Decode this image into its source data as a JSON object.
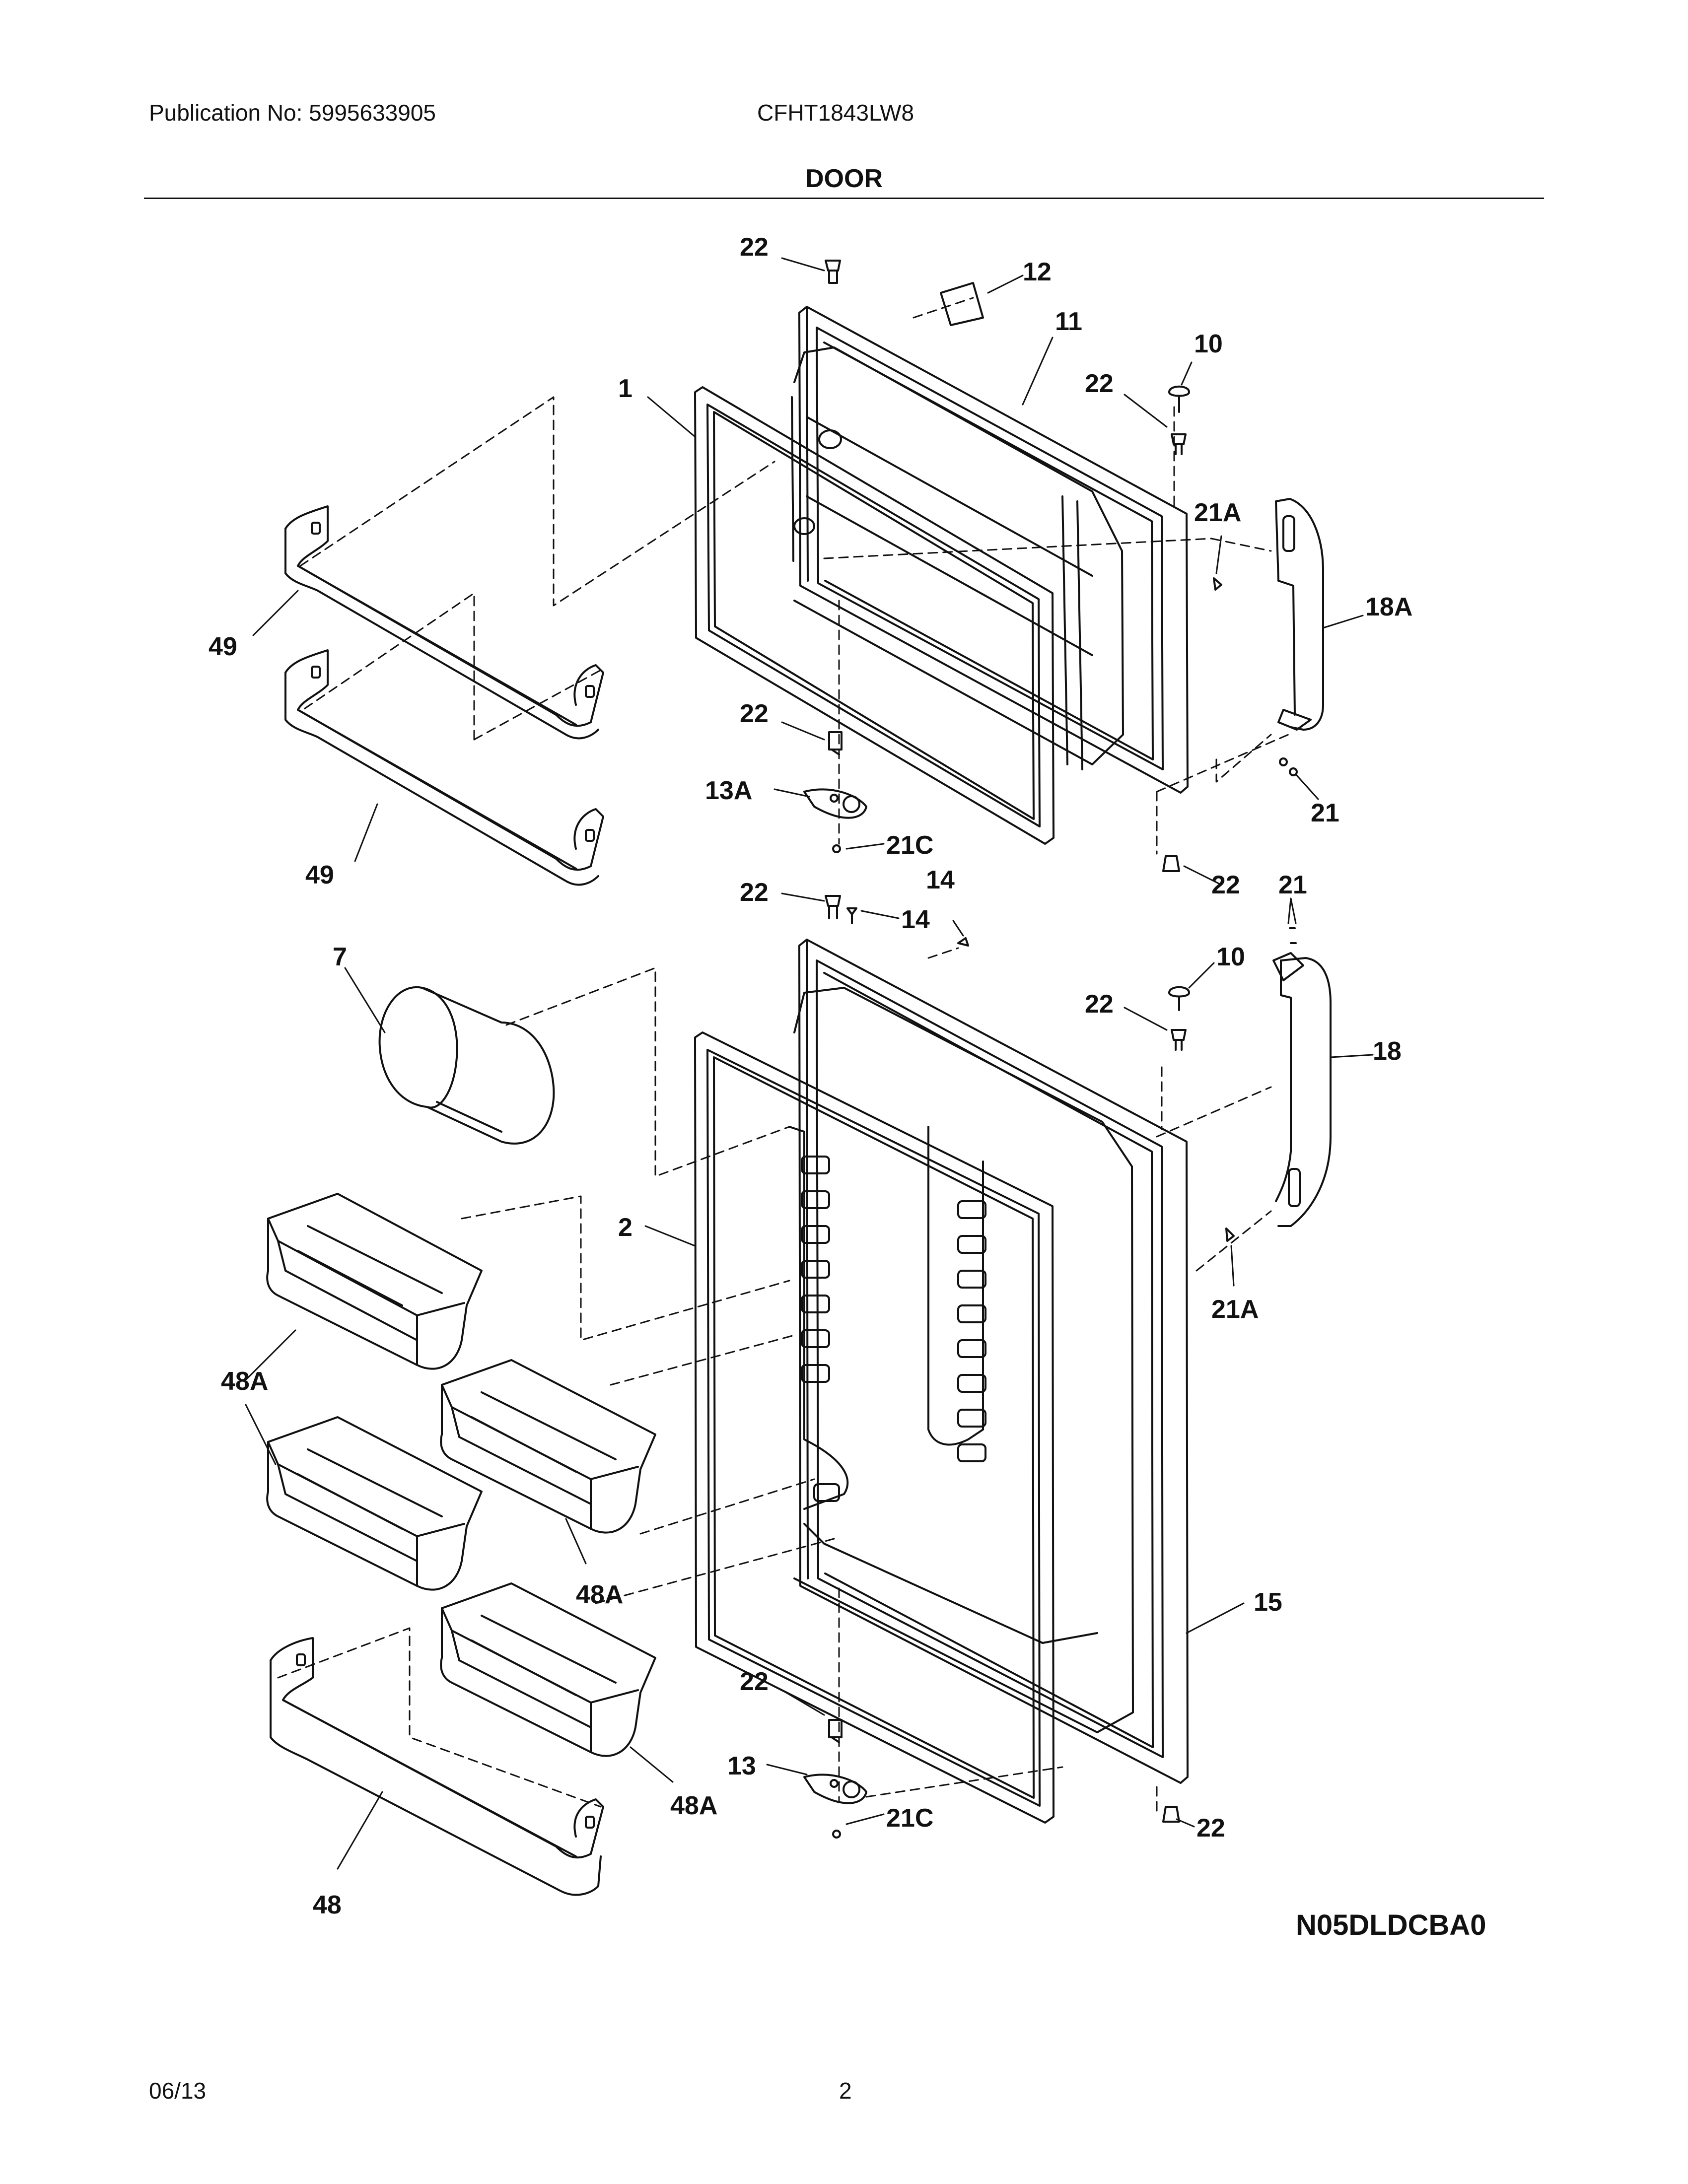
{
  "header": {
    "publication": "Publication No: 5995633905",
    "model": "CFHT1843LW8",
    "section_title": "DOOR"
  },
  "diagram": {
    "part_labels": [
      "22",
      "12",
      "11",
      "10",
      "22",
      "1",
      "21A",
      "18A",
      "49",
      "22",
      "13A",
      "21C",
      "49",
      "21",
      "22",
      "22",
      "14",
      "14",
      "21",
      "10",
      "7",
      "22",
      "18",
      "2",
      "21A",
      "48A",
      "15",
      "48A",
      "22",
      "13",
      "48A",
      "21C",
      "22",
      "48"
    ],
    "drawing_code": "N05DLDCBA0"
  },
  "footer": {
    "date": "06/13",
    "page": "2"
  }
}
